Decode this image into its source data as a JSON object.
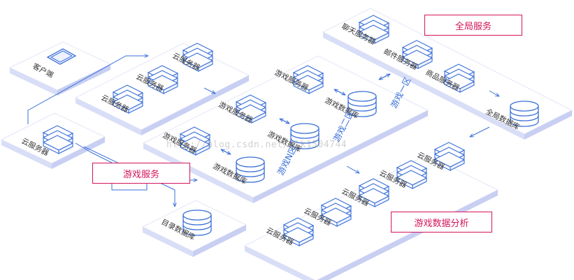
{
  "labels": {
    "client": "客户端",
    "cloud_server": "云服务器",
    "game_server": "游戏服务器",
    "game_db": "游戏数据库",
    "chat_server": "聊天服务器",
    "mail_server": "邮件服务器",
    "shop_server": "商品服务器",
    "global_db": "全局数据库",
    "directory_db": "目录数据库",
    "zone_1": "游戏一区",
    "zone_2": "游戏二区",
    "zone_n": "游戏N区"
  },
  "callouts": {
    "global_service": "全局服务",
    "game_service": "游戏服务",
    "game_analytics": "游戏数据分析"
  },
  "watermark": "http://blog.csdn.net/wlk1504744",
  "colors": {
    "accent": "#d4145a",
    "icon": "#3a6fd8",
    "platform_top": "#ffffff",
    "platform_side": "#d9def7",
    "line": "#3a6fd8"
  }
}
